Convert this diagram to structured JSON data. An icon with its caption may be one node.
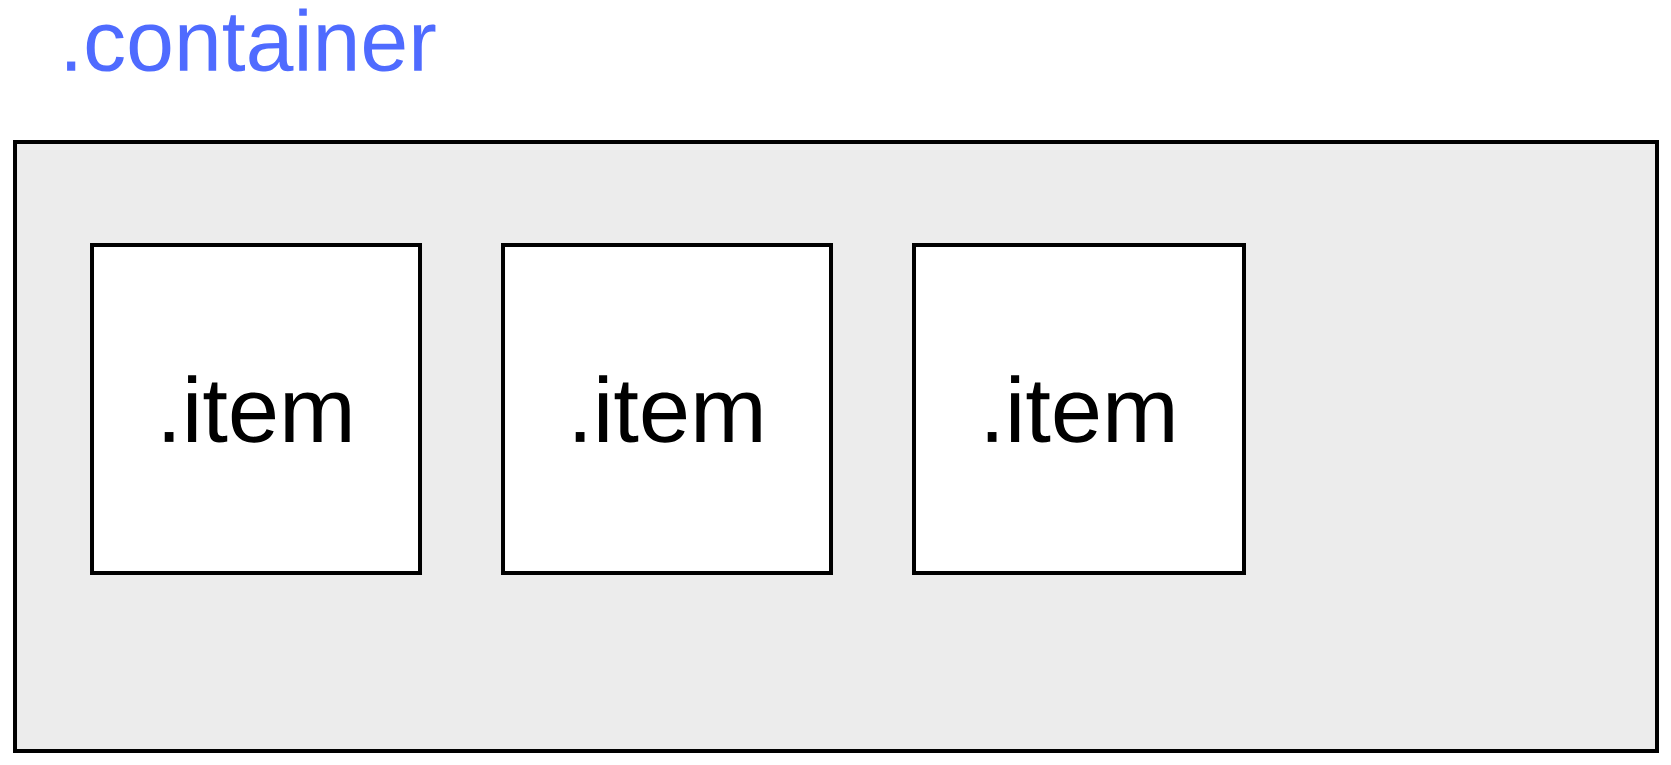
{
  "diagram": {
    "nodes": [
      {
        "text": [
          ".container"
        ]
      },
      {
        "text": [
          ".item"
        ],
        "in": 0
      },
      {
        "text": [
          ".item"
        ],
        "in": 0
      },
      {
        "text": [
          ".item"
        ],
        "in": 0
      }
    ]
  }
}
